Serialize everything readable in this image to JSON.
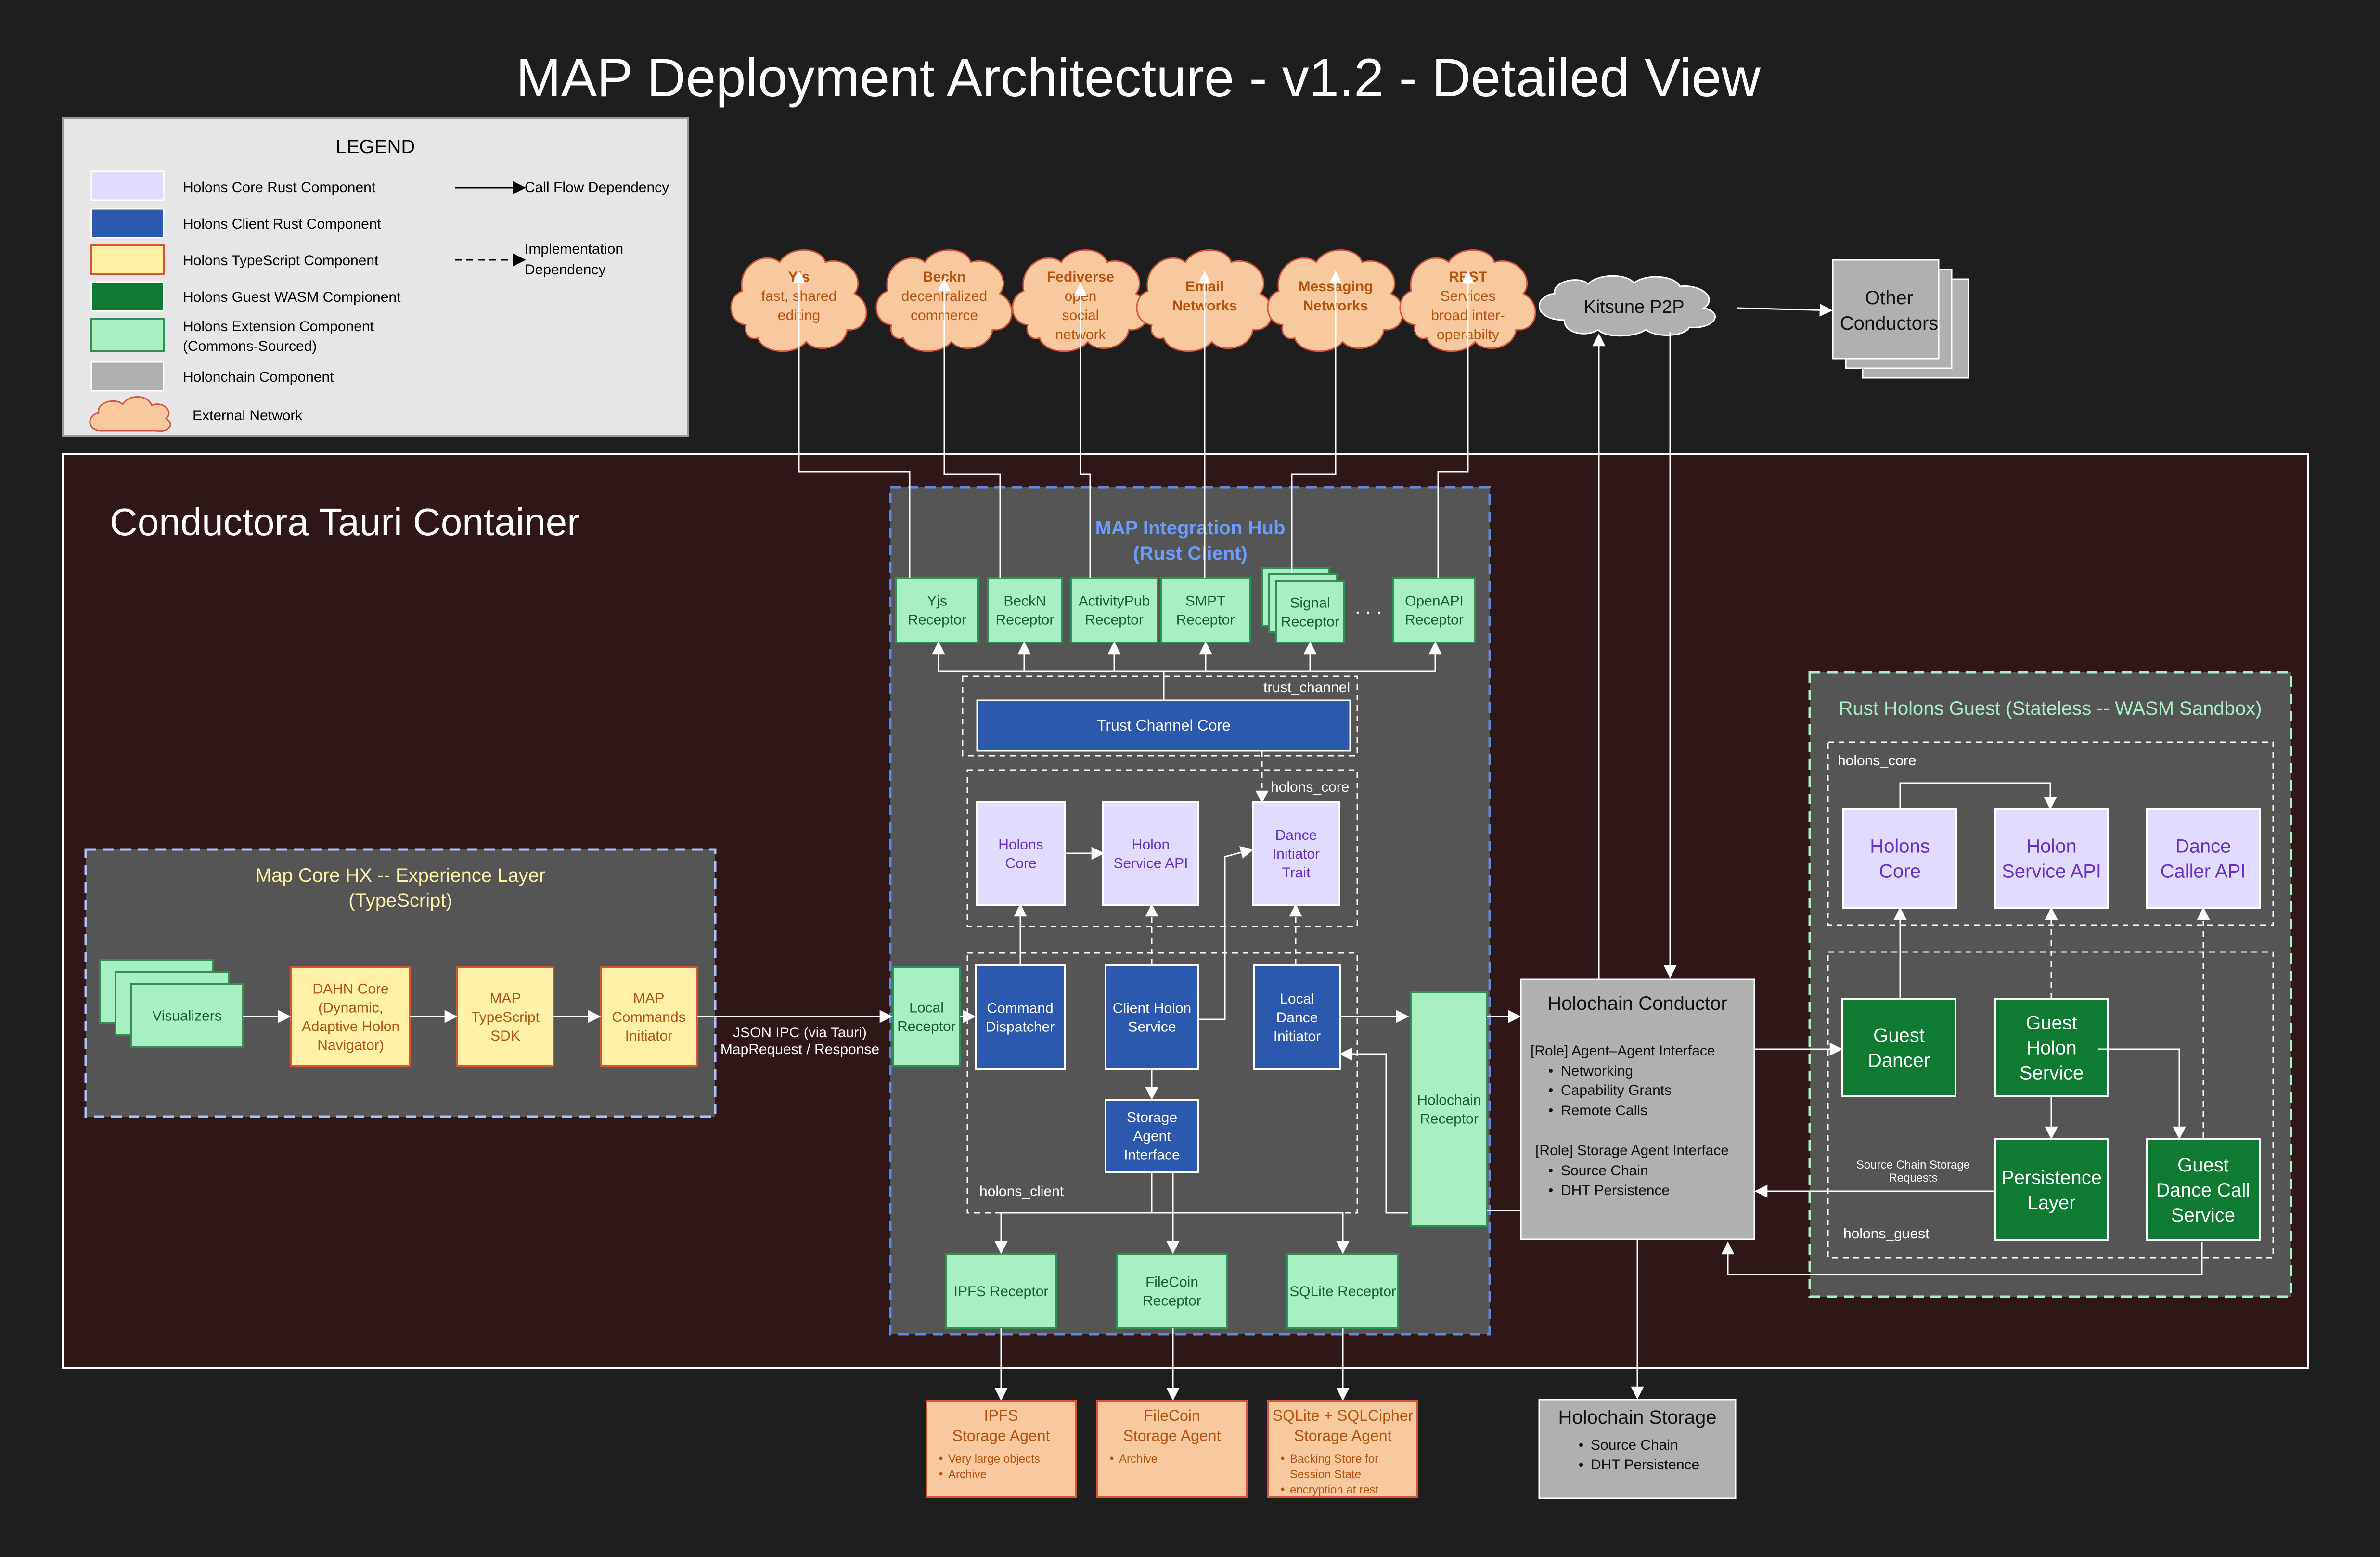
{
  "title": "MAP Deployment Architecture - v1.2 - Detailed View",
  "colors": {
    "background": "#1e1e1e",
    "core_fill": "#e1dcff",
    "core_text": "#6b2fc9",
    "client_fill": "#2c58ad",
    "ts_fill": "#fff2a8",
    "ts_stroke": "#d4553a",
    "guest_fill": "#0e7a32",
    "ext_fill": "#a9efc4",
    "ext_stroke": "#2f8f55",
    "holochain_fill": "#b0b0b0",
    "network_fill": "#f8c99e",
    "network_text": "#b5530f",
    "container_fill": "#2f1718",
    "hub_border": "#5f88e0",
    "hub_title": "#6b9cff",
    "panel_fill": "#5a5a5a"
  },
  "legend": {
    "title": "LEGEND",
    "items": [
      "Holons Core Rust Component",
      "Holons Client Rust Component",
      "Holons TypeScript Component",
      "Holons Guest WASM Compionent",
      "Holons Extension Component",
      "(Commons-Sourced)",
      "Holonchain Component",
      "External Network"
    ],
    "call_flow": "Call Flow Dependency",
    "impl_dep_1": "Implementation",
    "impl_dep_2": "Dependency"
  },
  "networks": [
    {
      "name": "Yjs",
      "desc": [
        "fast, shared",
        "editing"
      ]
    },
    {
      "name": "Beckn",
      "desc": [
        "decentralized",
        "commerce"
      ]
    },
    {
      "name": "Fediverse",
      "desc": [
        "open",
        "social",
        "network"
      ]
    },
    {
      "name": "Email",
      "desc": [
        "Networks"
      ]
    },
    {
      "name": "Messaging",
      "desc": [
        "Networks"
      ]
    },
    {
      "name": "REST",
      "desc": [
        "Services",
        "broad inter-",
        "operabilty"
      ]
    }
  ],
  "kitsune": "Kitsune P2P",
  "other_conductors": [
    "Other",
    "Conductors"
  ],
  "container_title": "Conductora Tauri Container",
  "hub": {
    "title_1": "MAP Integration Hub",
    "title_2": "(Rust Client)",
    "receptors": [
      [
        "Yjs",
        "Receptor"
      ],
      [
        "BeckN",
        "Receptor"
      ],
      [
        "ActivityPub",
        "Receptor"
      ],
      [
        "SMPT",
        "Receptor"
      ],
      [
        "Signal",
        "Receptor"
      ],
      [
        "OpenAPI",
        "Receptor"
      ]
    ],
    "ellipsis": ". . .",
    "trust_channel_label": "trust_channel",
    "trust_channel_core": "Trust Channel Core",
    "holons_core_label": "holons_core",
    "holons_core": [
      "Holons",
      "Core"
    ],
    "holon_service_api": [
      "Holon",
      "Service API"
    ],
    "dance_initiator_trait": [
      "Dance",
      "Initiator",
      "Trait"
    ],
    "holons_client_label": "holons_client",
    "command_dispatcher": [
      "Command",
      "Dispatcher"
    ],
    "client_holon_service": [
      "Client Holon",
      "Service"
    ],
    "local_dance_initiator": [
      "Local",
      "Dance",
      "Initiator"
    ],
    "storage_agent_interface": [
      "Storage",
      "Agent",
      "Interface"
    ],
    "local_receptor": [
      "Local",
      "Receptor"
    ],
    "holochain_receptor": [
      "Holochain",
      "Receptor"
    ],
    "storage_receptors": [
      [
        "IPFS Receptor"
      ],
      [
        "FileCoin",
        "Receptor"
      ],
      [
        "SQLite Receptor"
      ]
    ]
  },
  "hx": {
    "title_1": "Map Core HX -- Experience Layer",
    "title_2": "(TypeScript)",
    "visualizers": "Visualizers",
    "dahn": [
      "DAHN Core",
      "(Dynamic,",
      "Adaptive Holon",
      "Navigator)"
    ],
    "sdk": [
      "MAP",
      "TypeScript",
      "SDK"
    ],
    "commands": [
      "MAP",
      "Commands",
      "Initiator"
    ]
  },
  "ipc": [
    "JSON IPC (via Tauri)",
    "MapRequest / Response"
  ],
  "conductor": {
    "title": "Holochain Conductor",
    "role1": "[Role] Agent–Agent Interface",
    "role1_items": [
      "Networking",
      "Capability Grants",
      "Remote Calls"
    ],
    "role2": "[Role] Storage Agent Interface",
    "role2_items": [
      "Source Chain",
      "DHT Persistence"
    ]
  },
  "guest": {
    "title": "Rust Holons Guest (Stateless -- WASM Sandbox)",
    "holons_core_label": "holons_core",
    "holons_core": [
      "Holons",
      "Core"
    ],
    "holon_service_api": [
      "Holon",
      "Service API"
    ],
    "dance_caller_api": [
      "Dance",
      "Caller API"
    ],
    "guest_dancer": [
      "Guest",
      "Dancer"
    ],
    "guest_holon_service": [
      "Guest",
      "Holon",
      "Service"
    ],
    "persistence_layer": [
      "Persistence",
      "Layer"
    ],
    "guest_dance_call_service": [
      "Guest",
      "Dance Call",
      "Service"
    ],
    "source_chain_requests": [
      "Source Chain Storage",
      "Requests"
    ],
    "holons_guest_label": "holons_guest"
  },
  "storage_agents": [
    {
      "title": [
        "IPFS",
        "Storage Agent"
      ],
      "items": [
        "Very large objects",
        "Archive"
      ]
    },
    {
      "title": [
        "FileCoin",
        "Storage Agent"
      ],
      "items": [
        "Archive"
      ]
    },
    {
      "title": [
        "SQLite + SQLCipher",
        "Storage Agent"
      ],
      "items": [
        "Backing Store for",
        "Session State",
        "encryption at rest"
      ]
    }
  ],
  "holochain_storage": {
    "title": "Holochain Storage",
    "items": [
      "Source Chain",
      "DHT Persistence"
    ]
  }
}
